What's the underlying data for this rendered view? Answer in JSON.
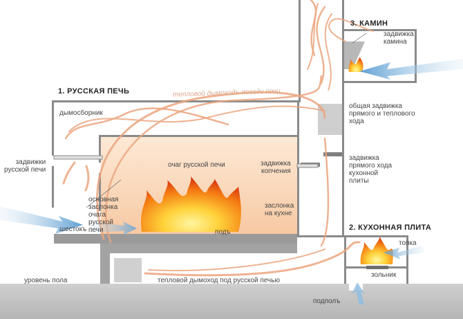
{
  "sections": {
    "russian_stove": "1. РУССКАЯ ПЕЧЬ",
    "kitchen_stove": "2. КУХОННАЯ ПЛИТА",
    "fireplace": "3. КАМИН"
  },
  "labels": {
    "heat_flue_behind": "тепловой дымоходъ позади печи",
    "smoke_collector": "дымосборник",
    "russian_dampers": "задвижки\nрусской печи",
    "hearth": "очаг русской печи",
    "smoking_damper": "задвижка\nкопчения",
    "main_damper": "основная\nзаслонка\nочага\nрусской\nпечи",
    "kitchen_flap": "заслонка\nна кухне",
    "shestok": "шестокъ",
    "pod": "подъ",
    "floor_level": "уровень пола",
    "heat_flue_under": "тепловой дымоход под русской печью",
    "fireplace_damper": "задвижка\nкамина",
    "common_damper": "общая задвижка\nпрямого и теплового\nхода",
    "direct_flue_damper": "задвижка\nпрямого хода\nкухонной\nплиты",
    "firebox": "топка",
    "ash_pit": "зольник",
    "underfloor": "подполъ"
  },
  "colors": {
    "wall": "#7a7a7a",
    "floor": "#c8c8c8",
    "smoke": "#e8a078",
    "cold_air": "#7aaed6",
    "fire": "#f08a18",
    "hearth_glow": "#fbe1c8"
  }
}
